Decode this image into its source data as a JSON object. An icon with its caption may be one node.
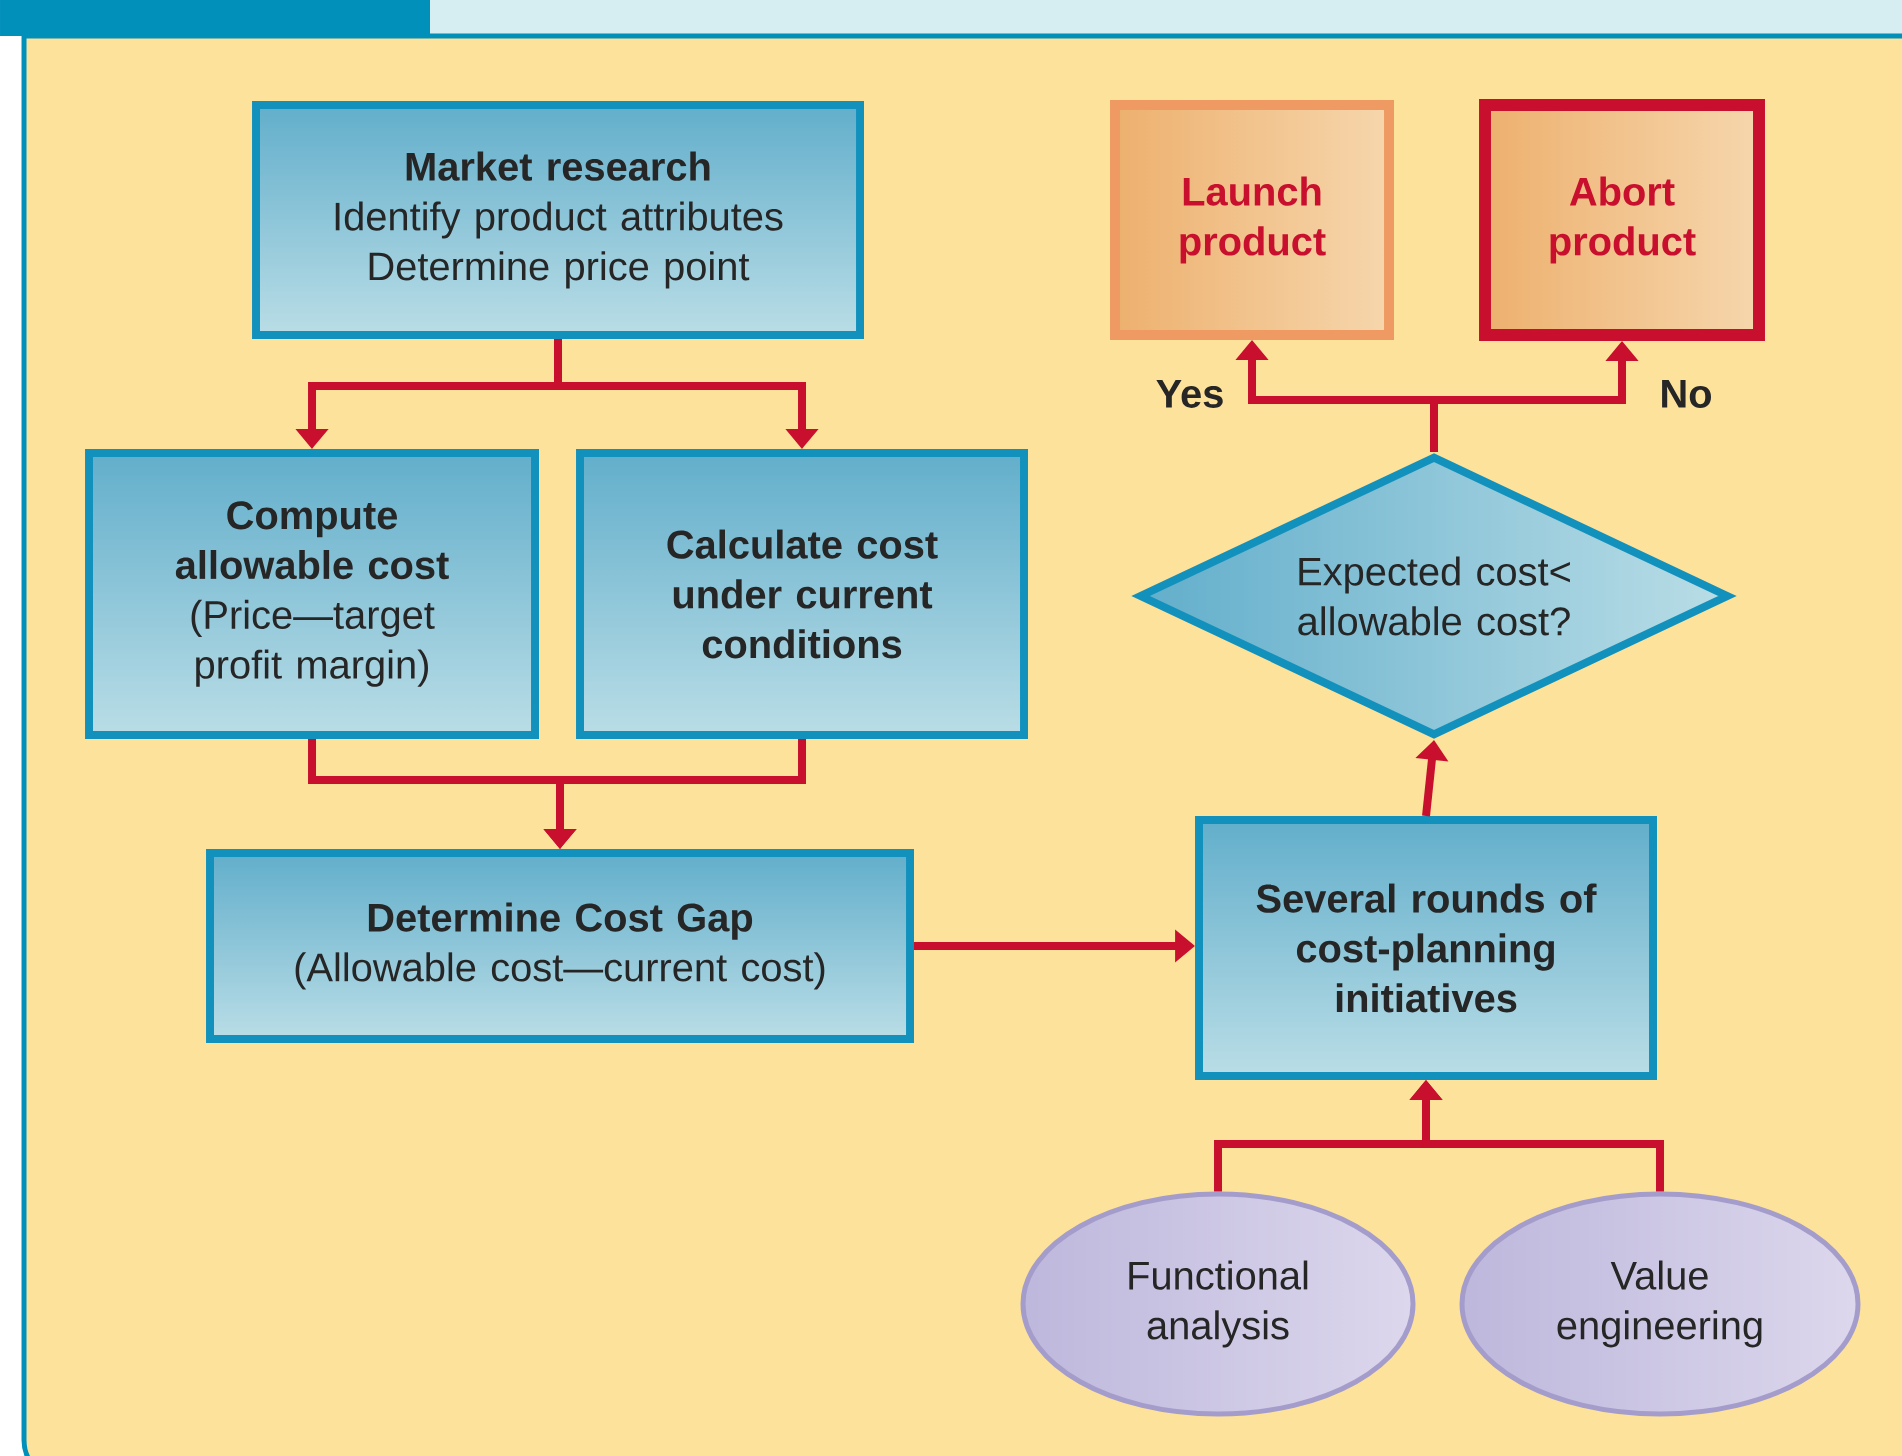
{
  "diagram": {
    "nodes": [
      {
        "text": [
          "Market research",
          "Identify product attributes",
          "Determine price point"
        ]
      },
      {
        "text": [
          "Compute allowable cost",
          "(Price—target profit margin)"
        ]
      },
      {
        "text": [
          "Calculate cost under current conditions"
        ]
      },
      {
        "text": [
          "Determine Cost Gap",
          "(Allowable cost—current cost)"
        ]
      },
      {
        "text": [
          "Several rounds of cost-planning initiatives"
        ]
      },
      {
        "text": [
          "Expected cost< allowable cost?"
        ]
      },
      {
        "text": [
          "Launch product"
        ]
      },
      {
        "text": [
          "Abort product"
        ]
      },
      {
        "text": [
          "Functional analysis"
        ]
      },
      {
        "text": [
          "Value engineering"
        ]
      }
    ],
    "edges": [
      {
        "from": 0,
        "to": 1,
        "arrow": "to"
      },
      {
        "from": 0,
        "to": 2,
        "arrow": "to"
      },
      {
        "from": 1,
        "to": 3,
        "arrow": "to"
      },
      {
        "from": 2,
        "to": 3,
        "arrow": "to"
      },
      {
        "from": 3,
        "to": 4,
        "arrow": "to"
      },
      {
        "from": 4,
        "to": 5,
        "arrow": "to"
      },
      {
        "from": 5,
        "to": 6,
        "arrow": "to",
        "label": "Yes"
      },
      {
        "from": 5,
        "to": 7,
        "arrow": "to",
        "label": "No"
      },
      {
        "from": 8,
        "to": 4,
        "arrow": "to"
      },
      {
        "from": 9,
        "to": 4,
        "arrow": "to"
      }
    ]
  }
}
